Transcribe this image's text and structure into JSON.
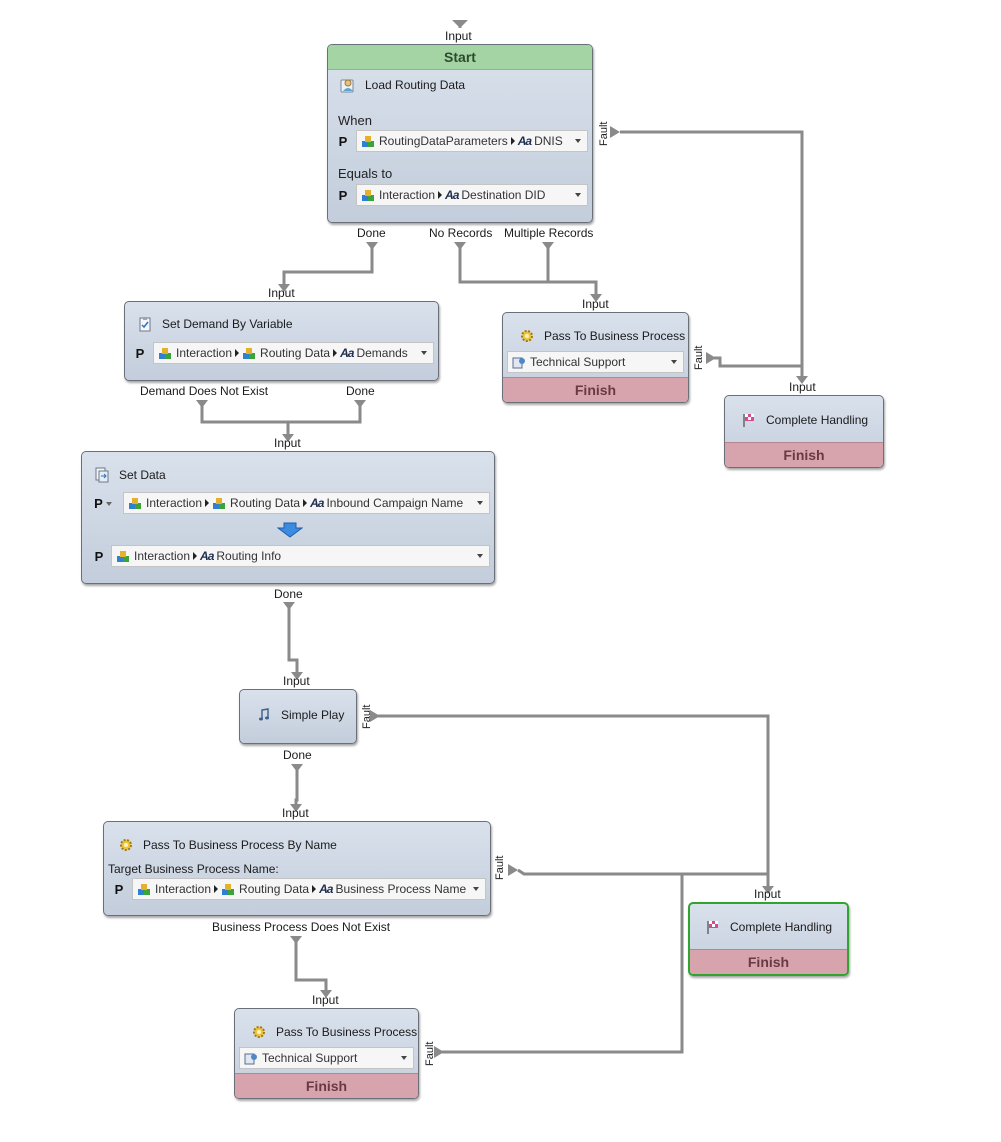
{
  "nodes": {
    "load_routing": {
      "header": "Start",
      "title": "Load Routing Data",
      "when_label": "When",
      "when_p": "P",
      "when_seg1": "RoutingDataParameters",
      "when_seg2": "DNIS",
      "equals_label": "Equals to",
      "equals_p": "P",
      "equals_seg1": "Interaction",
      "equals_seg2": "Destination DID",
      "input": "Input",
      "fault": "Fault",
      "out_done": "Done",
      "out_no_records": "No Records",
      "out_multiple": "Multiple Records"
    },
    "set_demand": {
      "title": "Set Demand By Variable",
      "p": "P",
      "seg1": "Interaction",
      "seg2": "Routing Data",
      "seg3": "Demands",
      "input": "Input",
      "out_not_exist": "Demand Does Not Exist",
      "out_done": "Done"
    },
    "pass_bp_1": {
      "title": "Pass To Business Process",
      "value": "Technical Support",
      "footer": "Finish",
      "input": "Input",
      "fault": "Fault"
    },
    "complete_1": {
      "title": "Complete Handling",
      "footer": "Finish",
      "input": "Input"
    },
    "set_data": {
      "title": "Set Data",
      "p1": "P",
      "p1_seg1": "Interaction",
      "p1_seg2": "Routing Data",
      "p1_seg3": "Inbound Campaign Name",
      "p2": "P",
      "p2_seg1": "Interaction",
      "p2_seg2": "Routing Info",
      "input": "Input",
      "out_done": "Done"
    },
    "simple_play": {
      "title": "Simple Play",
      "input": "Input",
      "fault": "Fault",
      "out_done": "Done"
    },
    "pass_bp_name": {
      "title": "Pass To Business Process By Name",
      "caption": "Target Business Process Name:",
      "p": "P",
      "seg1": "Interaction",
      "seg2": "Routing Data",
      "seg3": "Business Process Name",
      "input": "Input",
      "fault": "Fault",
      "out_not_exist": "Business Process Does Not Exist"
    },
    "complete_2": {
      "title": "Complete Handling",
      "footer": "Finish",
      "input": "Input"
    },
    "pass_bp_2": {
      "title": "Pass To Business Process",
      "value": "Technical Support",
      "footer": "Finish",
      "input": "Input",
      "fault": "Fault"
    }
  },
  "colors": {
    "node_fill": "#c9d3e1",
    "start_header": "#a4d4a4",
    "finish_footer": "#d7a3ad",
    "wire": "#7e7e7e",
    "selected_border": "#2fa52f"
  },
  "icons": {
    "load_routing": "user-data-icon",
    "set_demand": "clipboard-icon",
    "pass_bp": "gear-icon",
    "complete": "checkered-flag-icon",
    "set_data": "document-set-icon",
    "simple_play": "music-note-icon"
  }
}
